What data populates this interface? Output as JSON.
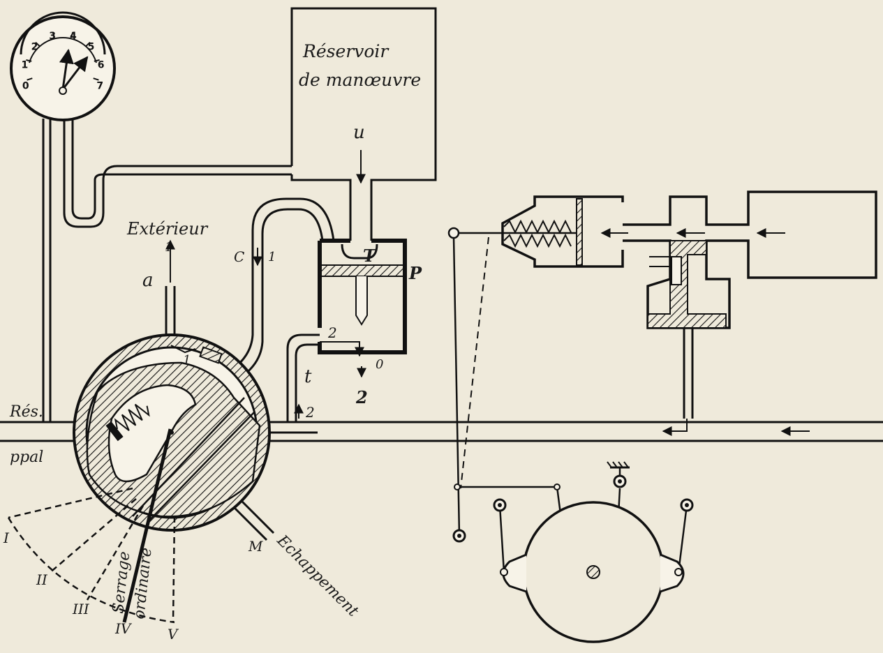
{
  "labels": {
    "reservoir_line1": "Réservoir",
    "reservoir_line2": "de manœuvre",
    "u": "u",
    "T": "T",
    "P": "P",
    "C": "C",
    "one_c": "1",
    "exterieur": "Extérieur",
    "one_ext": "1",
    "a": "a",
    "t": "t",
    "two_upper": "2",
    "two_lower": "2",
    "two_arrow": "2",
    "zero": "0",
    "res": "Rés.",
    "ppal": "ppal",
    "one_port": "1",
    "pos_I": "I",
    "pos_II": "II",
    "pos_III": "III",
    "pos_IV": "IV",
    "pos_V": "V",
    "serrage": "Serrage",
    "ordinaire": "ordinaire",
    "M": "M",
    "echappement": "Echappement"
  },
  "gauge": {
    "ticks": [
      "0",
      "1",
      "2",
      "3",
      "4",
      "5",
      "6",
      "7"
    ]
  },
  "colors": {
    "paper": "#efeadb",
    "ink": "#111111"
  }
}
